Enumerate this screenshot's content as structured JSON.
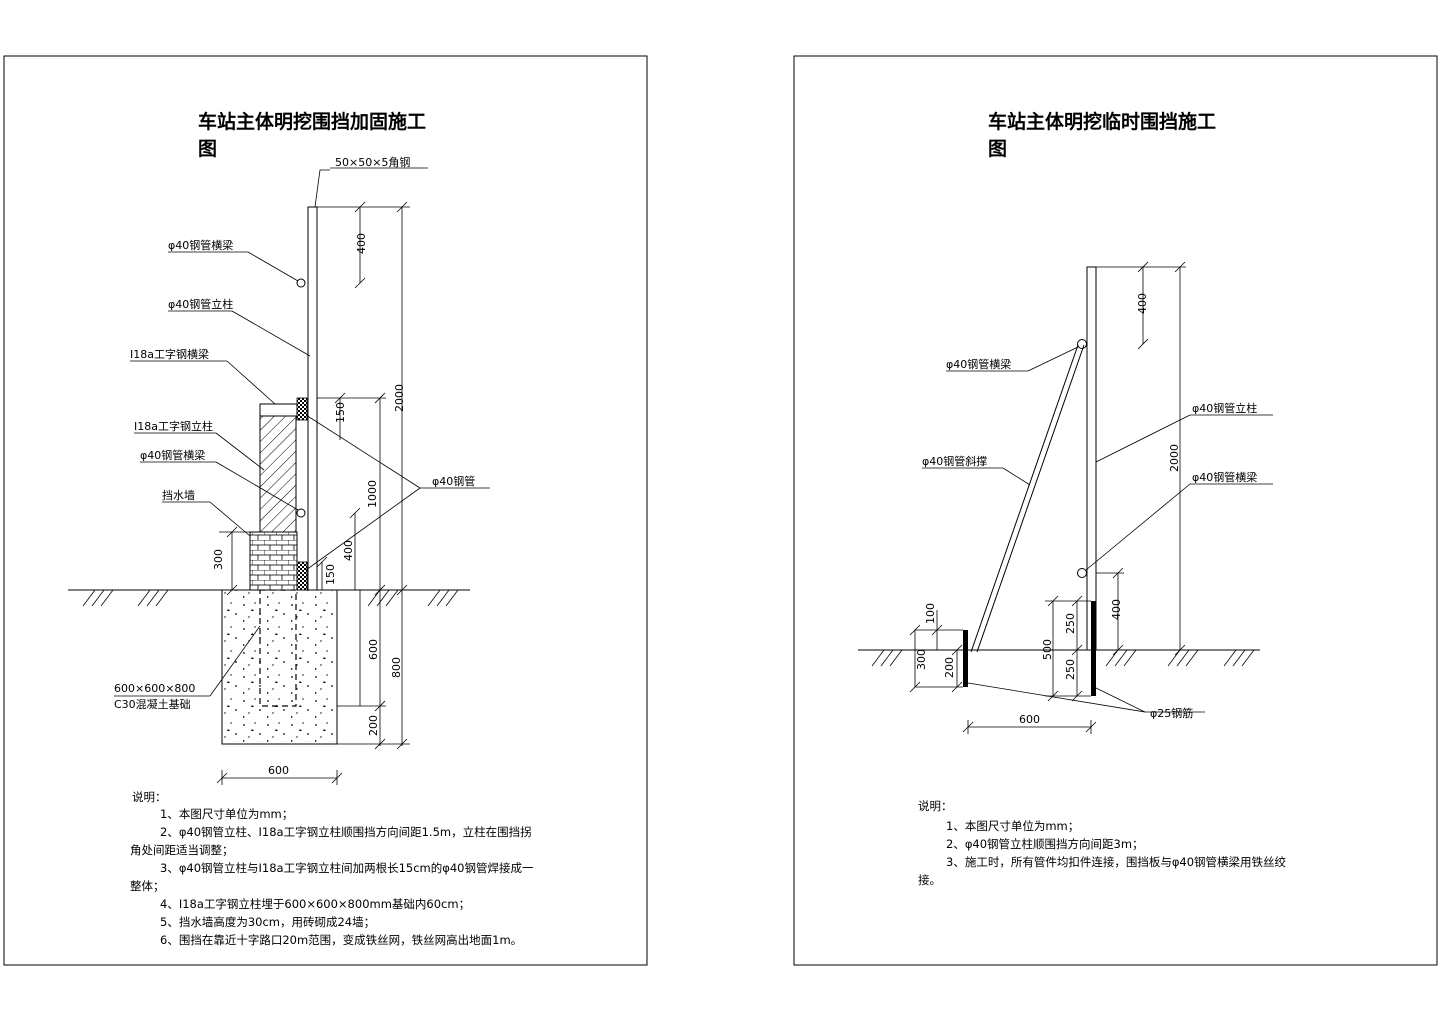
{
  "left": {
    "title_line1": "车站主体明挖围挡加固施工",
    "title_line2": "图",
    "labels": {
      "angle_steel": "50×50×5角钢",
      "beam_top": "φ40钢管横梁",
      "post": "φ40钢管立柱",
      "i_beam_h": "I18a工字钢横梁",
      "i_beam_v": "I18a工字钢立柱",
      "beam_mid": "φ40钢管横梁",
      "wall": "挡水墙",
      "pipe": "φ40钢管",
      "found_size": "600×600×800",
      "found_mat": "C30混凝土基础"
    },
    "dims": {
      "d400": "400",
      "d2000": "2000",
      "d150a": "150",
      "d1000": "1000",
      "d400b": "400",
      "d150b": "150",
      "d300": "300",
      "d600v": "600",
      "d800": "800",
      "d200": "200",
      "d600h": "600"
    },
    "notes_title": "说明：",
    "notes": [
      "1、本图尺寸单位为mm；",
      "2、φ40钢管立柱、I18a工字钢立柱顺围挡方向间距1.5m，立柱在围挡拐",
      "角处间距适当调整；",
      "3、φ40钢管立柱与I18a工字钢立柱间加两根长15cm的φ40钢管焊接成一",
      "整体；",
      "4、I18a工字钢立柱埋于600×600×800mm基础内60cm；",
      "5、挡水墙高度为30cm，用砖砌成24墙；",
      "6、围挡在靠近十字路口20m范围，变成铁丝网，铁丝网高出地面1m。"
    ]
  },
  "right": {
    "title_line1": "车站主体明挖临时围挡施工",
    "title_line2": "图",
    "labels": {
      "beam_top": "φ40钢管横梁",
      "brace": "φ40钢管斜撑",
      "post": "φ40钢管立柱",
      "beam_low": "φ40钢管横梁",
      "rebar": "φ25钢筋"
    },
    "dims": {
      "d400": "400",
      "d2000": "2000",
      "d100": "100",
      "d300": "300",
      "d200": "200",
      "d250a": "250",
      "d500": "500",
      "d250b": "250",
      "d400b": "400",
      "d600": "600"
    },
    "notes_title": "说明：",
    "notes": [
      "1、本图尺寸单位为mm；",
      "2、φ40钢管立柱顺围挡方向间距3m；",
      "3、施工时，所有管件均扣件连接，围挡板与φ40钢管横梁用铁丝绞",
      "接。"
    ]
  }
}
